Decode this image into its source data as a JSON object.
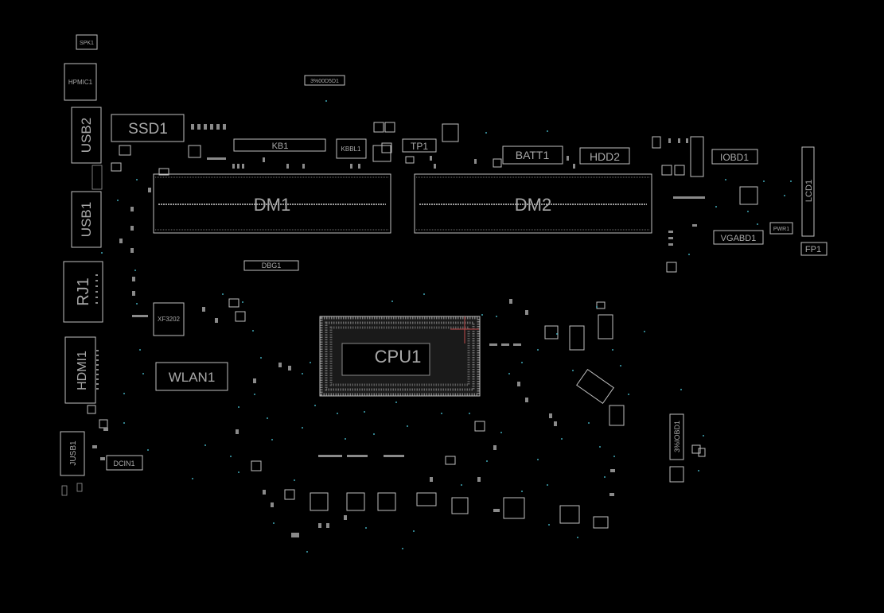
{
  "colors": {
    "background": "#000000",
    "outline": "#bfbfbf",
    "label": "#a8a8a8",
    "via": "#3fa6b5"
  },
  "labels": {
    "spk1": "SPK1",
    "hpmic1": "HPMIC1",
    "usb2": "USB2",
    "usb1": "USB1",
    "rj1": "RJ1",
    "hdmi1": "HDMI1",
    "jusb1": "JUSB1",
    "dcin1": "DCIN1",
    "ssd1": "SSD1",
    "kb1": "KB1",
    "kbbl1": "KBBL1",
    "tp1": "TP1",
    "batt1": "BATT1",
    "hdd2": "HDD2",
    "iobd1": "IOBD1",
    "lcd1": "LCD1",
    "vgabd1": "VGABD1",
    "pwr1": "PWR1",
    "fp1": "FP1",
    "dm1": "DM1",
    "dm2": "DM2",
    "dbg1": "DBG1",
    "xf3202": "XF3202",
    "wlan1": "WLAN1",
    "cpu1": "CPU1",
    "iobd1_alt": "3%IOBD1",
    "top_conn": "3%00D5D1"
  }
}
